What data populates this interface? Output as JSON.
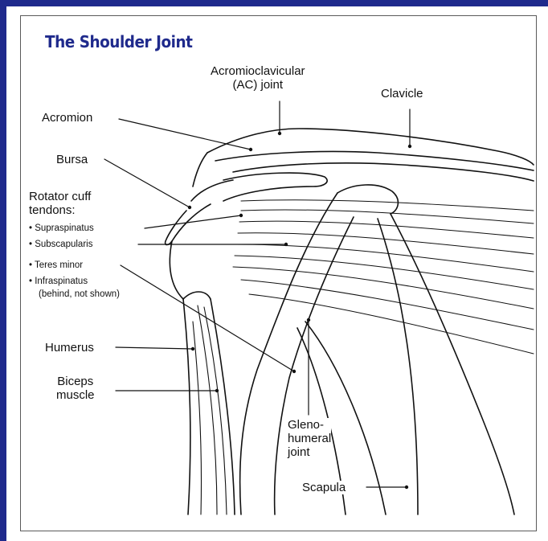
{
  "colors": {
    "frame": "#1f2a8c",
    "title": "#1f2a8c",
    "line": "#111111",
    "panel_border": "#5a5a5a"
  },
  "title": "The Shoulder Joint",
  "labels": {
    "ac_joint_line1": "Acromioclavicular",
    "ac_joint_line2": "(AC) joint",
    "clavicle": "Clavicle",
    "acromion": "Acromion",
    "bursa": "Bursa",
    "rotator_line1": "Rotator cuff",
    "rotator_line2": "tendons:",
    "supraspinatus": "• Supraspinatus",
    "subscapularis": "• Subscapularis",
    "teres_minor": "• Teres minor",
    "infraspinatus": "• Infraspinatus",
    "infraspinatus_note": "(behind, not shown)",
    "humerus": "Humerus",
    "biceps_line1": "Biceps",
    "biceps_line2": "muscle",
    "gleno_line1": "Gleno-",
    "gleno_line2": "humeral",
    "gleno_line3": "joint",
    "scapula": "Scapula"
  }
}
